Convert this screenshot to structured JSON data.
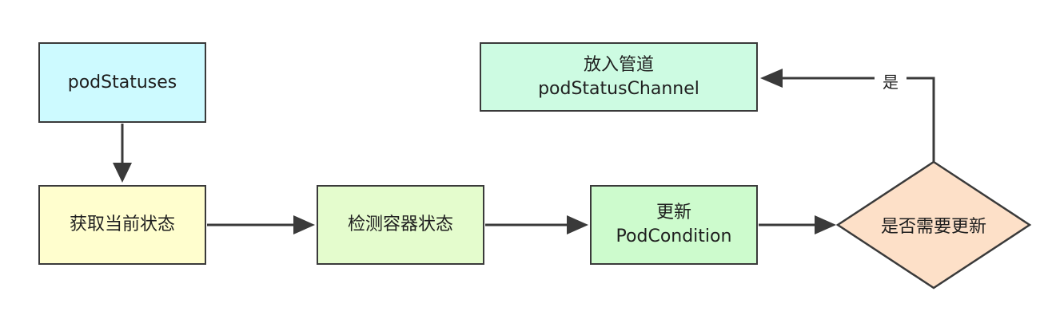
{
  "nodes": {
    "pod_statuses": "podStatuses",
    "get_current_state": "获取当前状态",
    "check_container_state": "检测容器状态",
    "update": {
      "line1": "更新",
      "line2": "PodCondition"
    },
    "need_update": "是否需要更新",
    "put_in_channel": {
      "line1": "放入管道",
      "line2": "podStatusChannel"
    }
  },
  "edges": {
    "yes_label": "是"
  },
  "colors": {
    "pod_statuses_fill": "#cdfaff",
    "get_state_fill": "#fffece",
    "check_fill": "#e4fccd",
    "update_fill": "#cdfbcd",
    "decision_fill": "#fde0c8",
    "channel_fill": "#cdfbe2",
    "stroke": "#3a3a3a"
  }
}
